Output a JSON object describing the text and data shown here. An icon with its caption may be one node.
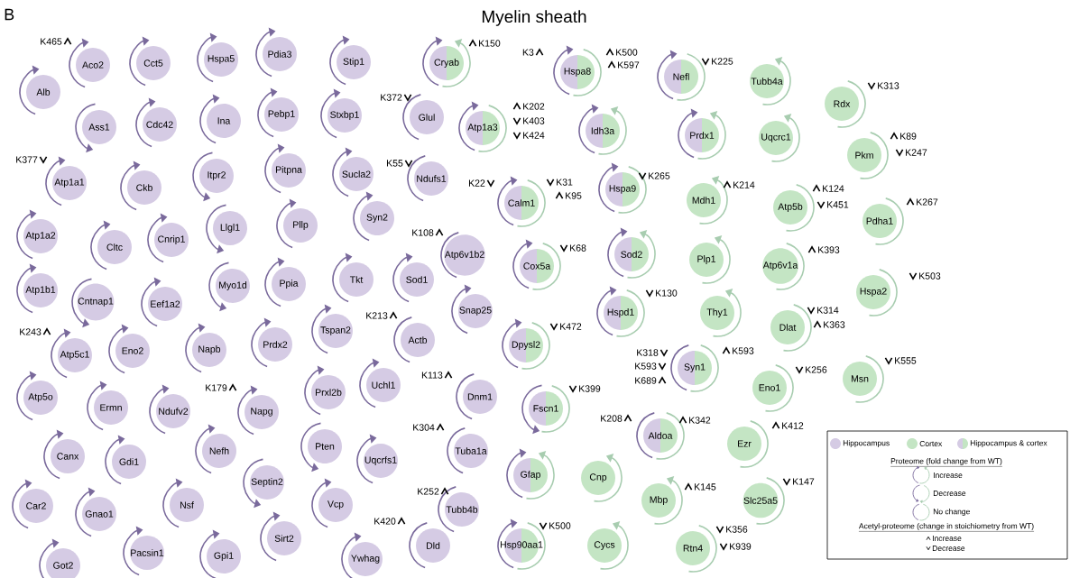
{
  "diagram": {
    "title": "Myelin sheath",
    "nodes": [
      {
        "text": [
          "Alb"
        ]
      },
      {
        "text": [
          "Aco2"
        ],
        "beside": [
          "K465"
        ]
      },
      {
        "text": [
          "Cct5"
        ]
      },
      {
        "text": [
          "Hspa5"
        ]
      },
      {
        "text": [
          "Pdia3"
        ]
      },
      {
        "text": [
          "Stip1"
        ]
      },
      {
        "text": [
          "Ass1"
        ]
      },
      {
        "text": [
          "Cdc42"
        ]
      },
      {
        "text": [
          "Ina"
        ]
      },
      {
        "text": [
          "Pebp1"
        ]
      },
      {
        "text": [
          "Stxbp1"
        ]
      },
      {
        "text": [
          "Atp1a1"
        ],
        "beside": [
          "K377"
        ]
      },
      {
        "text": [
          "Ckb"
        ]
      },
      {
        "text": [
          "Itpr2"
        ]
      },
      {
        "text": [
          "Pitpna"
        ]
      },
      {
        "text": [
          "Sucla2"
        ]
      },
      {
        "text": [
          "Atp1a2"
        ]
      },
      {
        "text": [
          "Cltc"
        ]
      },
      {
        "text": [
          "Cnrip1"
        ]
      },
      {
        "text": [
          "Llgl1"
        ]
      },
      {
        "text": [
          "Pllp"
        ]
      },
      {
        "text": [
          "Syn2"
        ]
      },
      {
        "text": [
          "Atp1b1"
        ]
      },
      {
        "text": [
          "Cntnap1"
        ]
      },
      {
        "text": [
          "Eef1a2"
        ]
      },
      {
        "text": [
          "Myo1d"
        ]
      },
      {
        "text": [
          "Ppia"
        ]
      },
      {
        "text": [
          "Tkt"
        ]
      },
      {
        "text": [
          "Atp5c1"
        ],
        "beside": [
          "K243"
        ]
      },
      {
        "text": [
          "Eno2"
        ]
      },
      {
        "text": [
          "Napb"
        ]
      },
      {
        "text": [
          "Prdx2"
        ]
      },
      {
        "text": [
          "Tspan2"
        ]
      },
      {
        "text": [
          "Atp5o"
        ]
      },
      {
        "text": [
          "Ermn"
        ]
      },
      {
        "text": [
          "Ndufv2"
        ]
      },
      {
        "text": [
          "Napg"
        ],
        "beside": [
          "K179"
        ]
      },
      {
        "text": [
          "Prxl2b"
        ]
      },
      {
        "text": [
          "Canx"
        ]
      },
      {
        "text": [
          "Gdi1"
        ]
      },
      {
        "text": [
          "Nefh"
        ]
      },
      {
        "text": [
          "Pten"
        ]
      },
      {
        "text": [
          "Septin2"
        ]
      },
      {
        "text": [
          "Vcp"
        ]
      },
      {
        "text": [
          "Car2"
        ]
      },
      {
        "text": [
          "Gnao1"
        ]
      },
      {
        "text": [
          "Nsf"
        ]
      },
      {
        "text": [
          "Sirt2"
        ]
      },
      {
        "text": [
          "Got2"
        ]
      },
      {
        "text": [
          "Pacsin1"
        ]
      },
      {
        "text": [
          "Gpi1"
        ]
      },
      {
        "text": [
          "Ywhag"
        ]
      },
      {
        "text": [
          "Glul"
        ],
        "beside": [
          "K372"
        ]
      },
      {
        "text": [
          "Ndufs1"
        ],
        "beside": [
          "K55"
        ]
      },
      {
        "text": [
          "Sod1"
        ]
      },
      {
        "text": [
          "Actb"
        ],
        "beside": [
          "K213"
        ]
      },
      {
        "text": [
          "Uchl1"
        ]
      },
      {
        "text": [
          "Uqcrfs1"
        ]
      },
      {
        "text": [
          "Dld"
        ],
        "beside": [
          "K420"
        ]
      },
      {
        "text": [
          "Atp6v1b2"
        ],
        "beside": [
          "K108"
        ]
      },
      {
        "text": [
          "Snap25"
        ]
      },
      {
        "text": [
          "Dnm1"
        ],
        "beside": [
          "K113"
        ]
      },
      {
        "text": [
          "Tuba1a"
        ],
        "beside": [
          "K304"
        ]
      },
      {
        "text": [
          "Tubb4b"
        ],
        "beside": [
          "K252"
        ]
      },
      {
        "text": [
          "Cryab"
        ],
        "beside": [
          "K150"
        ]
      },
      {
        "text": [
          "Atp1a3"
        ],
        "beside": [
          "K202",
          "K403",
          "K424"
        ]
      },
      {
        "text": [
          "Calm1"
        ],
        "beside": [
          "K22",
          "K31",
          "K95"
        ]
      },
      {
        "text": [
          "Cox5a"
        ],
        "beside": [
          "K68"
        ]
      },
      {
        "text": [
          "Dpysl2"
        ],
        "beside": [
          "K472"
        ]
      },
      {
        "text": [
          "Fscn1"
        ],
        "beside": [
          "K399"
        ]
      },
      {
        "text": [
          "Gfap"
        ]
      },
      {
        "text": [
          "Hsp90aa1"
        ],
        "beside": [
          "K500"
        ]
      },
      {
        "text": [
          "Hspa8"
        ],
        "beside": [
          "K3",
          "K500",
          "K597"
        ]
      },
      {
        "text": [
          "Idh3a"
        ]
      },
      {
        "text": [
          "Hspa9"
        ],
        "beside": [
          "K265"
        ]
      },
      {
        "text": [
          "Sod2"
        ]
      },
      {
        "text": [
          "Hspd1"
        ],
        "beside": [
          "K130"
        ]
      },
      {
        "text": [
          "Syn1"
        ],
        "beside": [
          "K318",
          "K593",
          "K689",
          "K593"
        ]
      },
      {
        "text": [
          "Aldoa"
        ],
        "beside": [
          "K208",
          "K342"
        ]
      },
      {
        "text": [
          "Nefl"
        ],
        "beside": [
          "K225"
        ]
      },
      {
        "text": [
          "Prdx1"
        ]
      },
      {
        "text": [
          "Tubb4a"
        ]
      },
      {
        "text": [
          "Rdx"
        ],
        "beside": [
          "K313"
        ]
      },
      {
        "text": [
          "Uqcrc1"
        ]
      },
      {
        "text": [
          "Pkm"
        ],
        "beside": [
          "K89",
          "K247"
        ]
      },
      {
        "text": [
          "Mdh1"
        ],
        "beside": [
          "K214"
        ]
      },
      {
        "text": [
          "Atp5b"
        ],
        "beside": [
          "K124",
          "K451"
        ]
      },
      {
        "text": [
          "Pdha1"
        ],
        "beside": [
          "K267"
        ]
      },
      {
        "text": [
          "Plp1"
        ]
      },
      {
        "text": [
          "Atp6v1a"
        ],
        "beside": [
          "K393"
        ]
      },
      {
        "text": [
          "Hspa2"
        ],
        "beside": [
          "K503"
        ]
      },
      {
        "text": [
          "Thy1"
        ]
      },
      {
        "text": [
          "Dlat"
        ],
        "beside": [
          "K314",
          "K363"
        ]
      },
      {
        "text": [
          "Eno1"
        ],
        "beside": [
          "K256"
        ]
      },
      {
        "text": [
          "Msn"
        ],
        "beside": [
          "K555"
        ]
      },
      {
        "text": [
          "Ezr"
        ],
        "beside": [
          "K412"
        ]
      },
      {
        "text": [
          "Cnp"
        ]
      },
      {
        "text": [
          "Mbp"
        ],
        "beside": [
          "K145"
        ]
      },
      {
        "text": [
          "Slc25a5"
        ],
        "beside": [
          "K147"
        ]
      },
      {
        "text": [
          "Cycs"
        ]
      },
      {
        "text": [
          "Rtn4"
        ],
        "beside": [
          "K356",
          "K939"
        ]
      }
    ],
    "labels": [
      "B",
      "Proteome (fold change from WT)",
      "Acetyl-proteome (change in stoichiometry from WT)"
    ],
    "legend": [
      {
        "text": "Hippocampus",
        "color": "#d5cbe4"
      },
      {
        "text": "Cortex",
        "color": "#c4e5c4"
      },
      {
        "text": "Hippocampus & cortex"
      },
      {
        "text": "Increase"
      },
      {
        "text": "Decrease"
      },
      {
        "text": "No change"
      },
      {
        "text": "Increase"
      },
      {
        "text": "Decrease"
      }
    ]
  }
}
